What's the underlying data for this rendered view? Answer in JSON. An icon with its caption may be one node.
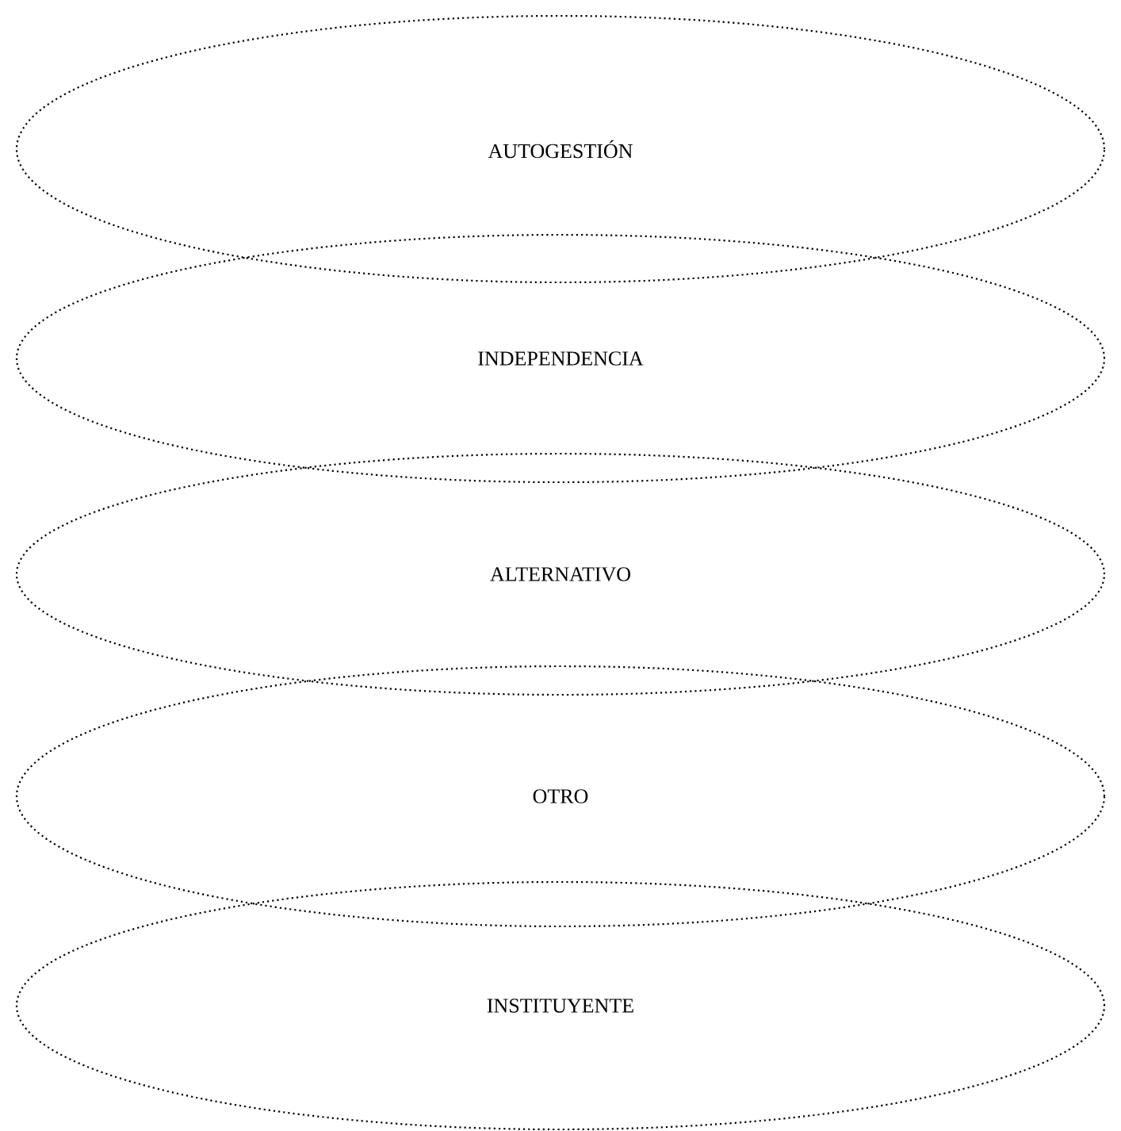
{
  "diagram": {
    "nodes": [
      {
        "text": [
          "AUTOGESTIÓN"
        ]
      },
      {
        "text": [
          "INDEPENDENCIA"
        ]
      },
      {
        "text": [
          "ALTERNATIVO"
        ]
      },
      {
        "text": [
          "OTRO"
        ]
      },
      {
        "text": [
          "INSTITUYENTE"
        ]
      }
    ]
  }
}
